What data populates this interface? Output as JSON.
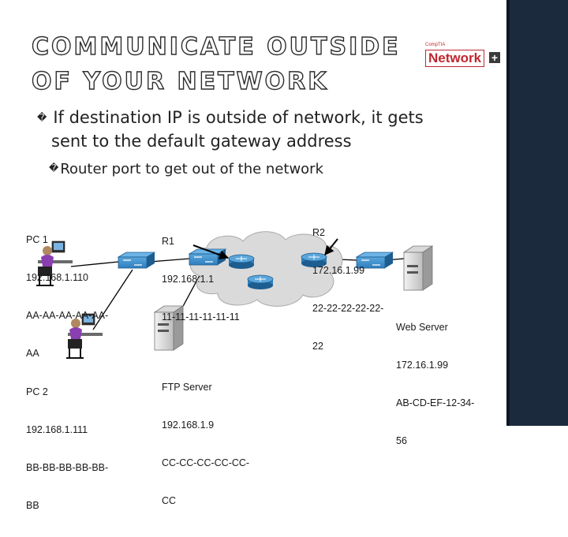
{
  "title": {
    "line1": "COMMUNICATE OUTSIDE",
    "line2": "OF YOUR NETWORK"
  },
  "logo": {
    "brand": "CompTIA",
    "word": "Network",
    "plus": "+"
  },
  "bullets": {
    "level1_line1": "If destination IP is outside of network, it gets",
    "level1_line2": "sent to the default gateway address",
    "level2": "Router port to get out of the network",
    "marker": "�"
  },
  "nodes": {
    "pc1": {
      "name": "PC 1",
      "ip": "192.168.1.110",
      "mac1": "AA-AA-AA-AA-AA-",
      "mac2": "AA"
    },
    "pc2": {
      "name": "PC 2",
      "ip": "192.168.1.111",
      "mac1": "BB-BB-BB-BB-BB-",
      "mac2": "BB"
    },
    "r1": {
      "name": "R1",
      "ip": "192.168.1.1",
      "mac": "11-11-11-11-11-11"
    },
    "r2": {
      "name": "R2",
      "ip": "172.16.1.99",
      "mac1": "22-22-22-22-22-",
      "mac2": "22"
    },
    "web": {
      "name": "Web Server",
      "ip": "172.16.1.99",
      "mac1": "AB-CD-EF-12-34-",
      "mac2": "56"
    },
    "ftp": {
      "name": "FTP Server",
      "ip": "192.168.1.9",
      "mac1": "CC-CC-CC-CC-CC-",
      "mac2": "CC"
    }
  },
  "colors": {
    "device": "#2f7fbf",
    "device_dark": "#1d5d90",
    "cloud": "#dcdcdc",
    "line": "#000000",
    "sidebar": "#1c2a3e"
  }
}
